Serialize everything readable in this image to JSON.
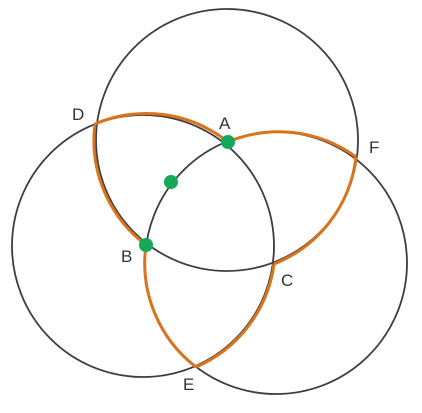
{
  "figure": {
    "labels": {
      "A": "A",
      "B": "B",
      "C": "C",
      "D": "D",
      "E": "E",
      "F": "F"
    },
    "colors": {
      "circle_stroke": "#3d3d3d",
      "arc_stroke": "#d9731c",
      "point_fill": "#13a85a"
    },
    "elements": {
      "circles": 3,
      "highlighted_arcs": 6,
      "marked_points": 3
    }
  }
}
